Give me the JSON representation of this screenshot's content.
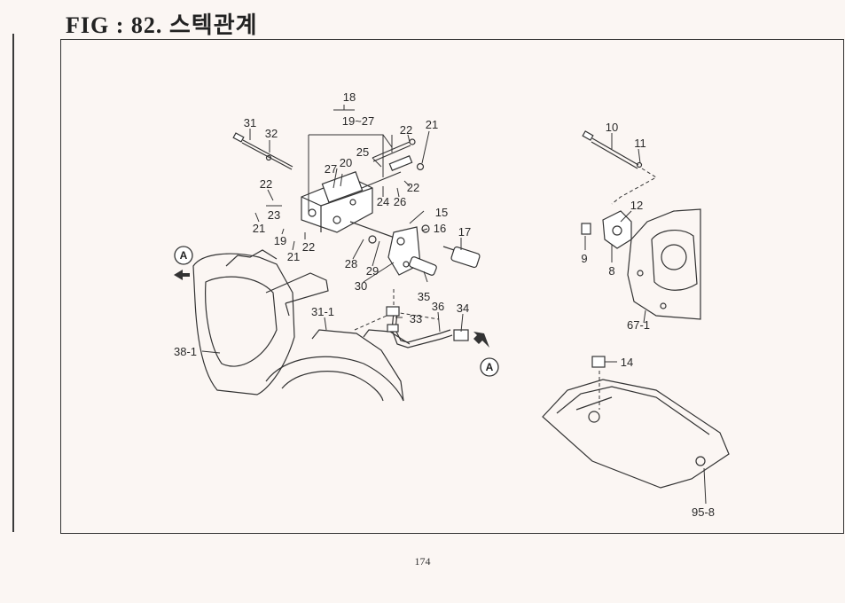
{
  "header": {
    "title": "FIG : 82. 스텍관계"
  },
  "footer": {
    "page_number": "174"
  },
  "callouts": {
    "c18": "18",
    "c19_27": "19~27",
    "c31": "31",
    "c32": "32",
    "c22a": "22",
    "c21a": "21",
    "c25": "25",
    "c27": "27",
    "c20": "20",
    "c22b": "22",
    "c23": "23",
    "c21b": "21",
    "c19": "19",
    "c22c": "22",
    "c21c": "21",
    "c24": "24",
    "c26": "26",
    "c22d": "22",
    "c15": "15",
    "c16": "16",
    "c17": "17",
    "c28": "28",
    "c29": "29",
    "c30": "30",
    "c35": "35",
    "c33": "33",
    "c36": "36",
    "c34": "34",
    "c31_1": "31-1",
    "c38_1": "38-1",
    "c10": "10",
    "c11": "11",
    "c12": "12",
    "c9": "9",
    "c8": "8",
    "c67_1": "67-1",
    "c14": "14",
    "c95_8": "95-8"
  },
  "markers": {
    "marker_a_left": "A",
    "marker_a_right": "A"
  }
}
